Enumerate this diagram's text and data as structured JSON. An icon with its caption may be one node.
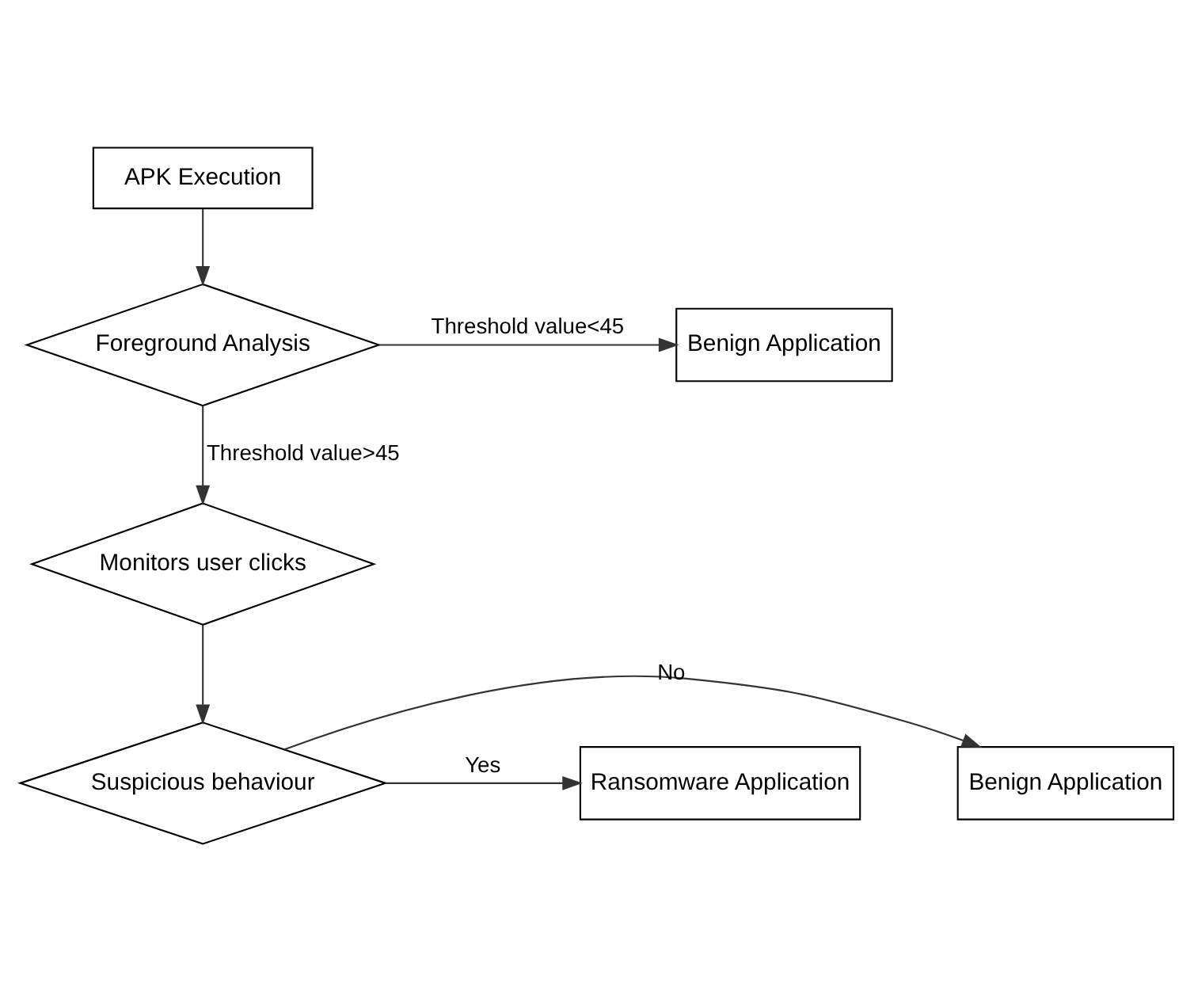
{
  "diagram": {
    "nodes": [
      {
        "text": [
          "APK Execution"
        ]
      },
      {
        "text": [
          "Foreground Analysis"
        ]
      },
      {
        "text": [
          "Benign Application"
        ]
      },
      {
        "text": [
          "Monitors user clicks"
        ]
      },
      {
        "text": [
          "Suspicious behaviour"
        ]
      },
      {
        "text": [
          "Benign Application"
        ]
      },
      {
        "text": [
          "Ransomware Application"
        ]
      }
    ],
    "edges": [
      {
        "from": 0,
        "to": 1,
        "arrow": "to"
      },
      {
        "from": 1,
        "to": 2,
        "arrow": "to",
        "label": "Threshold value<45"
      },
      {
        "from": 1,
        "to": 3,
        "arrow": "to",
        "label": "Threshold value>45"
      },
      {
        "from": 3,
        "to": 4,
        "arrow": "to"
      },
      {
        "from": 4,
        "to": 5,
        "arrow": "to",
        "label": "No"
      },
      {
        "from": 4,
        "to": 6,
        "arrow": "to",
        "label": "Yes"
      }
    ]
  }
}
